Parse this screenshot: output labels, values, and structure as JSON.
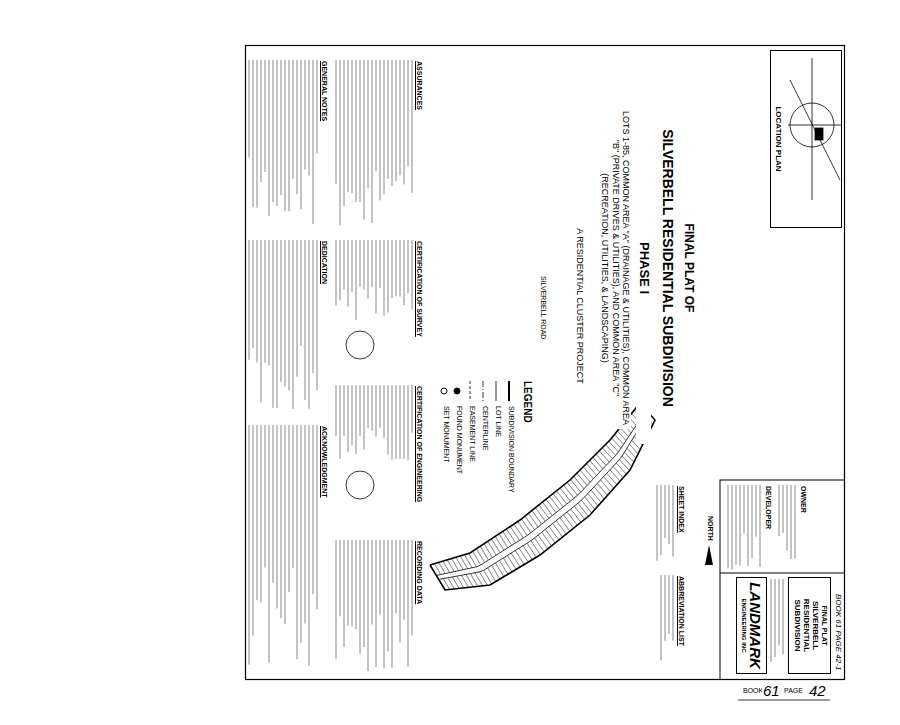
{
  "diagram": {
    "title": "SILVERBELL RESIDENTIAL SUBDIVISION",
    "nodes": [
      {
        "text": [
          "FINAL PLAT",
          "SILVERBELL RESIDENTIAL SUBDIVISION"
        ]
      },
      {
        "text": [
          "LANDMARK",
          "ENGINEERING INC"
        ]
      },
      {
        "text": [
          "LOCATION PLAN"
        ]
      }
    ],
    "labels": [
      "FINAL PLAT OF",
      "PHASE I",
      "LOTS 1-85, COMMON AREA \"A\" (DRAINAGE & UTILITIES), COMMON AREA \"B\" (PRIVATE DRIVES & UTILITIES), AND COMMON AREA \"C\" (RECREATION, UTILITIES, & LANDSCAPING)",
      "A RESIDENTIAL CLUSTER PROJECT",
      "GENERAL NOTES",
      "DEDICATION",
      "ACKNOWLEDGMENT",
      "ASSURANCES",
      "CERTIFICATION OF SURVEY",
      "CERTIFICATION OF ENGINEERING",
      "RECORDING DATA",
      "LEGEND",
      "NORTH",
      "SHEET INDEX",
      "ABBREVIATION LIST",
      "OWNER",
      "DEVELOPER",
      "SILVERBELL ROAD",
      "BOOK 61 PAGE 42-1",
      "BOOK",
      "61",
      "PAGE",
      "42"
    ],
    "legend": [
      {
        "text": "SUBDIVISION BOUNDARY"
      },
      {
        "text": "LOT LINE"
      },
      {
        "text": "CENTERLINE"
      },
      {
        "text": "EASEMENT LINE"
      },
      {
        "text": "FOUND MONUMENT"
      },
      {
        "text": "SET MONUMENT"
      }
    ]
  }
}
